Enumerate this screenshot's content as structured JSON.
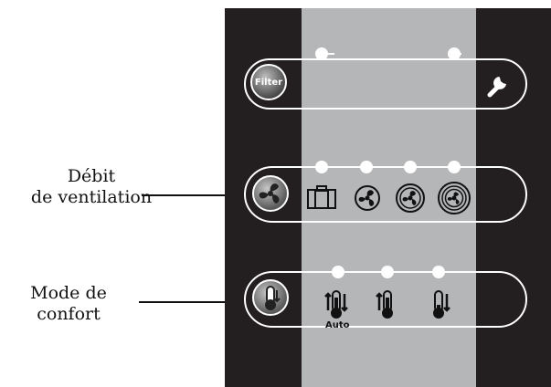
{
  "labels": {
    "ventilation": [
      "Débit",
      "de ventilation"
    ],
    "comfort": [
      "Mode de",
      "confort"
    ]
  },
  "buttons": {
    "filter": "Filter",
    "auto": "Auto"
  },
  "icons": {
    "filter": "filter-button-icon",
    "wrench": "wrench-icon",
    "fan": "fan-icon",
    "suitcase": "suitcase-icon",
    "thermometer": "thermometer-icon"
  },
  "colors": {
    "panel": "#231f20",
    "center": "#b5b6b8",
    "indicator": "#ffffff"
  }
}
